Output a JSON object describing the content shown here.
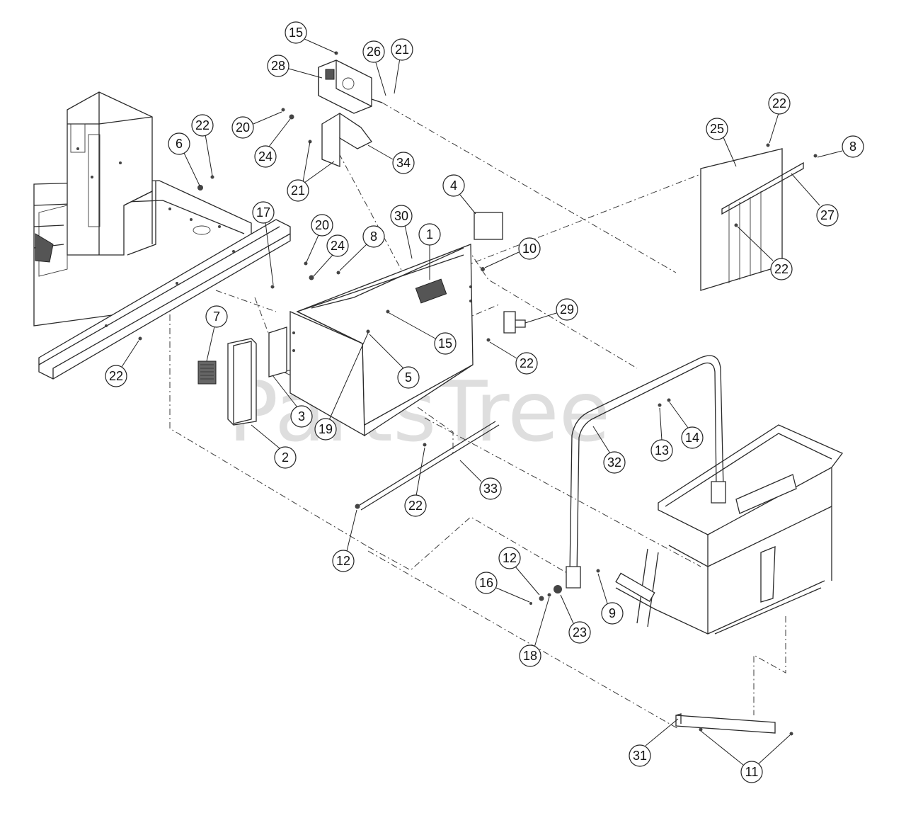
{
  "watermark": "PartsTree",
  "callouts": [
    {
      "label": "15"
    },
    {
      "label": "26"
    },
    {
      "label": "21"
    },
    {
      "label": "28"
    },
    {
      "label": "20"
    },
    {
      "label": "24"
    },
    {
      "label": "34"
    },
    {
      "label": "22"
    },
    {
      "label": "6"
    },
    {
      "label": "21"
    },
    {
      "label": "22"
    },
    {
      "label": "25"
    },
    {
      "label": "8"
    },
    {
      "label": "27"
    },
    {
      "label": "22"
    },
    {
      "label": "4"
    },
    {
      "label": "17"
    },
    {
      "label": "20"
    },
    {
      "label": "30"
    },
    {
      "label": "8"
    },
    {
      "label": "1"
    },
    {
      "label": "10"
    },
    {
      "label": "24"
    },
    {
      "label": "29"
    },
    {
      "label": "15"
    },
    {
      "label": "7"
    },
    {
      "label": "22"
    },
    {
      "label": "5"
    },
    {
      "label": "22"
    },
    {
      "label": "3"
    },
    {
      "label": "19"
    },
    {
      "label": "2"
    },
    {
      "label": "14"
    },
    {
      "label": "13"
    },
    {
      "label": "32"
    },
    {
      "label": "33"
    },
    {
      "label": "22"
    },
    {
      "label": "12"
    },
    {
      "label": "12"
    },
    {
      "label": "16"
    },
    {
      "label": "9"
    },
    {
      "label": "23"
    },
    {
      "label": "18"
    },
    {
      "label": "31"
    },
    {
      "label": "11"
    }
  ]
}
